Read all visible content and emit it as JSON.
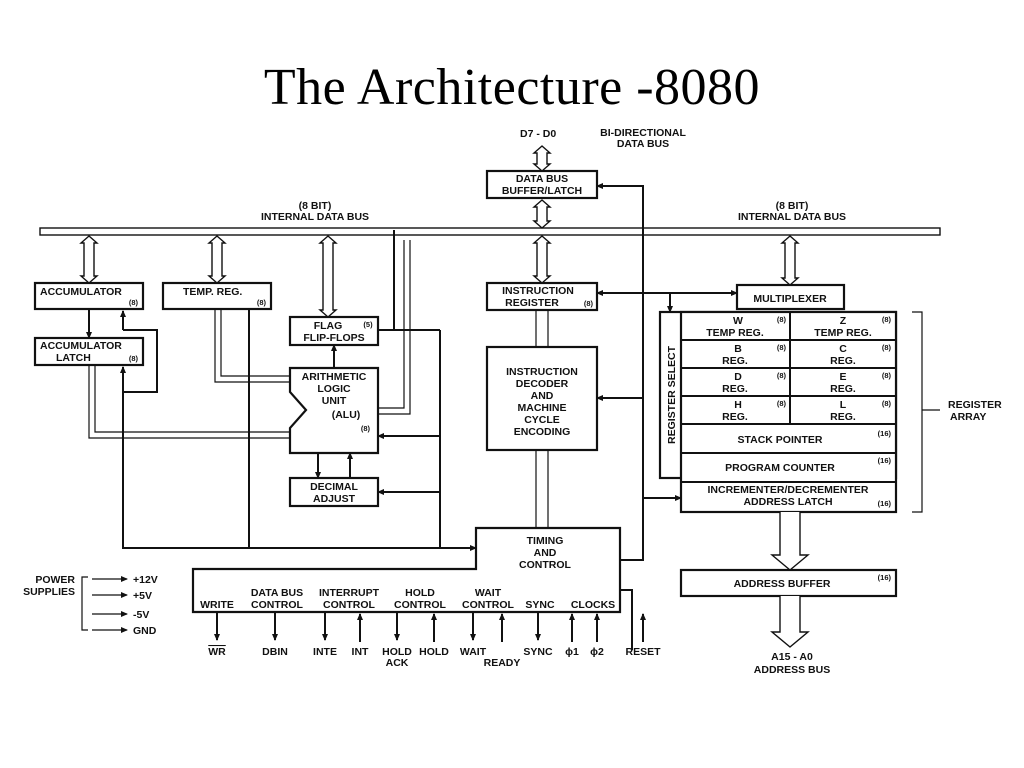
{
  "title": "The Architecture -8080",
  "diagram": {
    "data_bus_pins": "D7 - D0",
    "bidirectional_bus": [
      "BI-DIRECTIONAL",
      "DATA BUS"
    ],
    "internal_bus_left": [
      "(8 BIT)",
      "INTERNAL DATA BUS"
    ],
    "internal_bus_right": [
      "(8 BIT)",
      "INTERNAL DATA BUS"
    ],
    "data_bus_buffer": [
      "DATA BUS",
      "BUFFER/LATCH"
    ],
    "accumulator": {
      "label": "ACCUMULATOR",
      "bits": "(8)"
    },
    "accumulator_latch": {
      "label": [
        "ACCUMULATOR",
        "LATCH"
      ],
      "bits": "(8)"
    },
    "temp_reg": {
      "label": "TEMP. REG.",
      "bits": "(8)"
    },
    "flag_flip_flops": {
      "label": [
        "FLAG",
        "FLIP-FLOPS"
      ],
      "bits": "(5)"
    },
    "alu": {
      "label": [
        "ARITHMETIC",
        "LOGIC",
        "UNIT",
        "(ALU)"
      ],
      "bits": "(8)"
    },
    "decimal_adjust": [
      "DECIMAL",
      "ADJUST"
    ],
    "instruction_register": {
      "label": [
        "INSTRUCTION",
        "REGISTER"
      ],
      "bits": "(8)"
    },
    "instruction_decoder": [
      "INSTRUCTION",
      "DECODER",
      "AND",
      "MACHINE",
      "CYCLE",
      "ENCODING"
    ],
    "multiplexer": "MULTIPLEXER",
    "register_select": "REGISTER SELECT",
    "register_pairs": [
      {
        "left": [
          "W",
          "TEMP REG."
        ],
        "right": [
          "Z",
          "TEMP REG."
        ],
        "bits": "(8)"
      },
      {
        "left": [
          "B",
          "REG."
        ],
        "right": [
          "C",
          "REG."
        ],
        "bits": "(8)"
      },
      {
        "left": [
          "D",
          "REG."
        ],
        "right": [
          "E",
          "REG."
        ],
        "bits": "(8)"
      },
      {
        "left": [
          "H",
          "REG."
        ],
        "right": [
          "L",
          "REG."
        ],
        "bits": "(8)"
      }
    ],
    "stack_pointer": {
      "label": "STACK POINTER",
      "bits": "(16)"
    },
    "program_counter": {
      "label": "PROGRAM COUNTER",
      "bits": "(16)"
    },
    "incrementer": {
      "label": [
        "INCREMENTER/DECREMENTER",
        "ADDRESS LATCH"
      ],
      "bits": "(16)"
    },
    "register_array": [
      "REGISTER",
      "ARRAY"
    ],
    "address_buffer": {
      "label": "ADDRESS BUFFER",
      "bits": "(16)"
    },
    "address_bus": [
      "A15 - A0",
      "ADDRESS BUS"
    ],
    "timing_control": [
      "TIMING",
      "AND",
      "CONTROL"
    ],
    "control_groups": [
      [
        "",
        "WRITE"
      ],
      [
        "DATA BUS",
        "CONTROL"
      ],
      [
        "INTERRUPT",
        "CONTROL"
      ],
      [
        "HOLD",
        "CONTROL"
      ],
      [
        "WAIT",
        "CONTROL"
      ],
      [
        "",
        "SYNC"
      ],
      [
        "",
        "CLOCKS"
      ]
    ],
    "power_supplies": {
      "label": [
        "POWER",
        "SUPPLIES"
      ],
      "rails": [
        "+12V",
        "+5V",
        "-5V",
        "GND"
      ]
    },
    "signals": [
      "WR",
      "DBIN",
      "INTE",
      "INT",
      "HOLD",
      "ACK",
      "HOLD",
      "WAIT",
      "READY",
      "SYNC",
      "ϕ1",
      "ϕ2",
      "RESET"
    ]
  }
}
